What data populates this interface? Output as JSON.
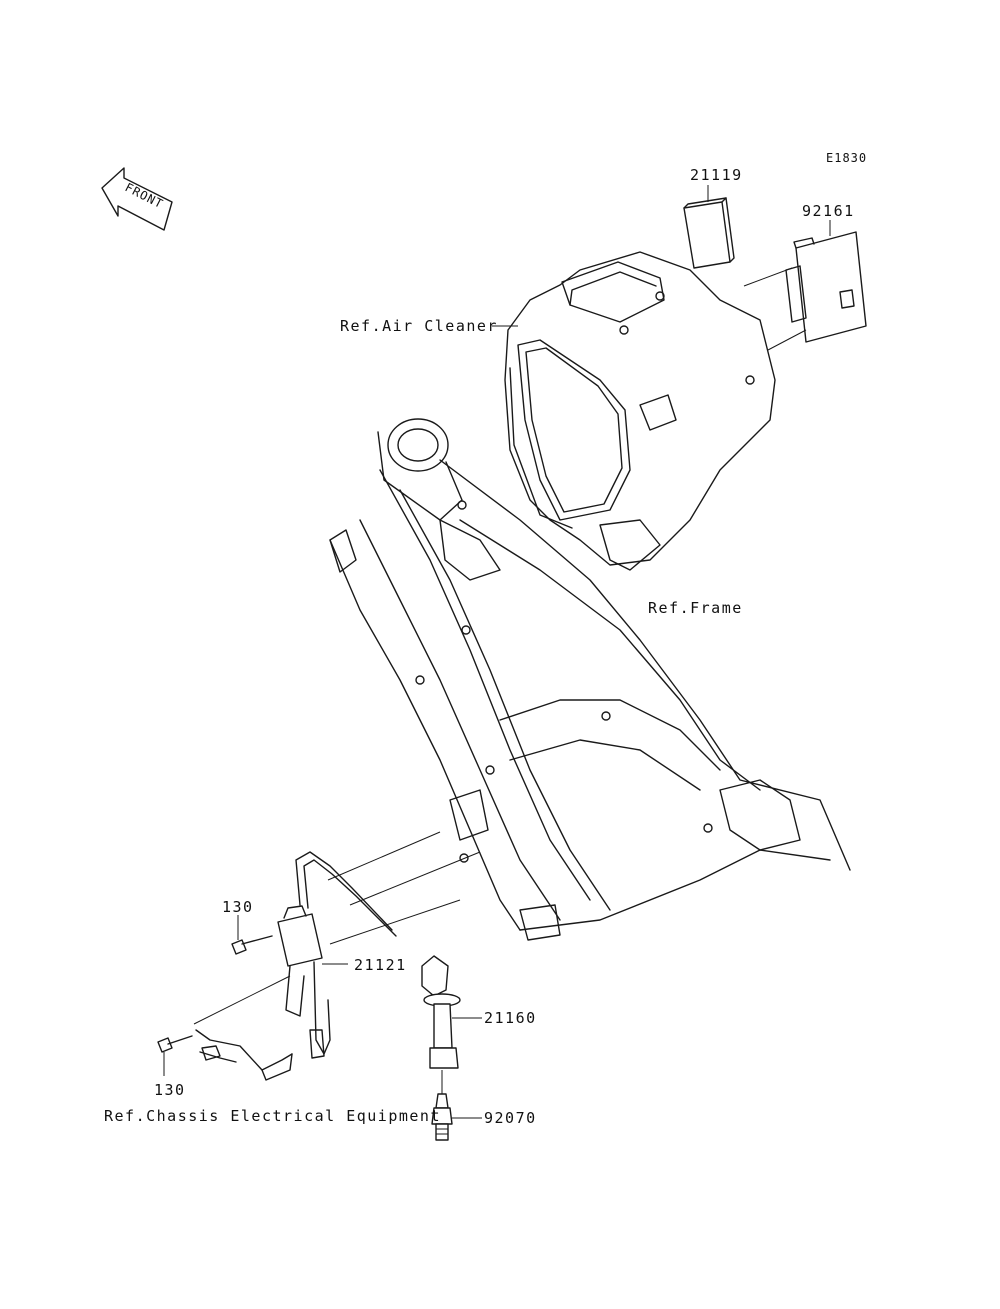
{
  "diagram_code": "E1830",
  "front_label": "FRONT",
  "parts": {
    "p21119": "21119",
    "p92161": "92161",
    "p21121": "21121",
    "p21160": "21160",
    "p92070": "92070",
    "p130_top": "130",
    "p130_bottom": "130"
  },
  "refs": {
    "air_cleaner": "Ref.Air Cleaner",
    "frame": "Ref.Frame",
    "chassis_electrical": "Ref.Chassis Electrical Equipment"
  },
  "colors": {
    "line": "#1a1a1a",
    "background": "#ffffff"
  }
}
